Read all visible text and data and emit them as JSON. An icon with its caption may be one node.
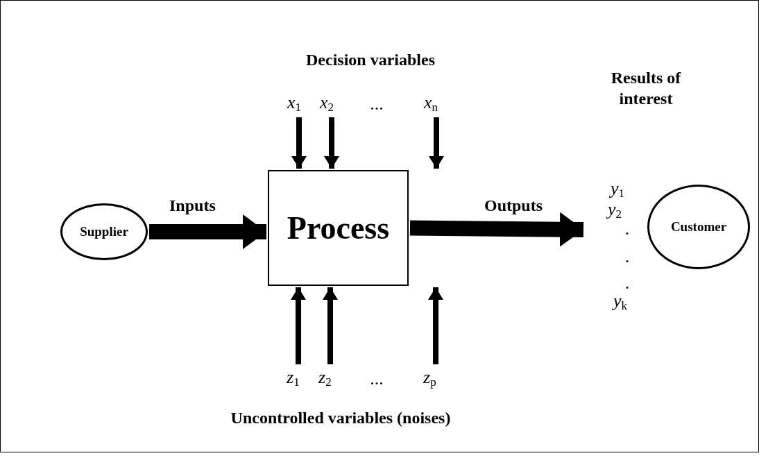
{
  "diagram": {
    "nodes": [
      {
        "text": [
          "Supplier"
        ]
      },
      {
        "text": [
          "Process"
        ]
      },
      {
        "text": [
          "Customer"
        ]
      },
      {
        "text": [
          "x$_{1}$"
        ]
      },
      {
        "text": [
          "x$_{2}$"
        ]
      },
      {
        "text": [
          "x$_{n}$"
        ]
      },
      {
        "text": [
          "z$_{1}$"
        ]
      },
      {
        "text": [
          "z$_{2}$"
        ]
      },
      {
        "text": [
          "z$_{p}$"
        ]
      }
    ],
    "edges": [
      {
        "from": 0,
        "to": 1,
        "arrow": "to",
        "label": "Inputs",
        "style": "thick"
      },
      {
        "from": 1,
        "to": null,
        "arrow": "to",
        "label": "Outputs",
        "style": "thick"
      },
      {
        "from": 3,
        "to": 1,
        "arrow": "to"
      },
      {
        "from": 4,
        "to": 1,
        "arrow": "to"
      },
      {
        "from": 5,
        "to": 1,
        "arrow": "to"
      },
      {
        "from": 6,
        "to": 1,
        "arrow": "to"
      },
      {
        "from": 7,
        "to": 1,
        "arrow": "to"
      },
      {
        "from": 8,
        "to": 1,
        "arrow": "to"
      }
    ],
    "labels": [
      "Decision variables",
      "...",
      "Results of interest",
      "y$_{1}$",
      "y$_{2}$",
      ".",
      ".",
      ".",
      "y$_{k}$",
      "...",
      "Uncontrolled variables (noises)"
    ]
  }
}
